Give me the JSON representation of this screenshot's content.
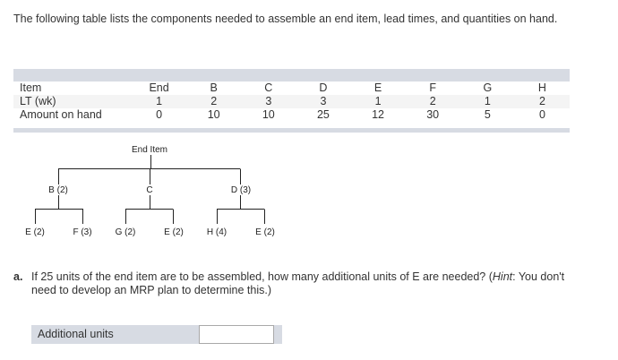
{
  "intro": "The following table lists the components needed to assemble an end item, lead times, and quantities on hand.",
  "table": {
    "row_labels": {
      "item": "Item",
      "lt": "LT (wk)",
      "amount": "Amount on hand"
    },
    "columns": [
      {
        "item": "End",
        "lt": "1",
        "amount": "0"
      },
      {
        "item": "B",
        "lt": "2",
        "amount": "10"
      },
      {
        "item": "C",
        "lt": "3",
        "amount": "10"
      },
      {
        "item": "D",
        "lt": "3",
        "amount": "25"
      },
      {
        "item": "E",
        "lt": "1",
        "amount": "12"
      },
      {
        "item": "F",
        "lt": "2",
        "amount": "30"
      },
      {
        "item": "G",
        "lt": "1",
        "amount": "5"
      },
      {
        "item": "H",
        "lt": "2",
        "amount": "0"
      }
    ]
  },
  "tree": {
    "root": "End Item",
    "level1": [
      "B (2)",
      "C",
      "D (3)"
    ],
    "level2": [
      "E (2)",
      "F (3)",
      "G (2)",
      "E (2)",
      "H (4)",
      "E (2)"
    ]
  },
  "question": {
    "letter": "a.",
    "text_before": "If 25 units of the end item are to be assembled, how many additional units of E are needed? (",
    "hint_word": "Hint",
    "text_after": ": You don't need to develop an MRP plan to determine this.)"
  },
  "answer": {
    "label": "Additional units",
    "value": ""
  }
}
